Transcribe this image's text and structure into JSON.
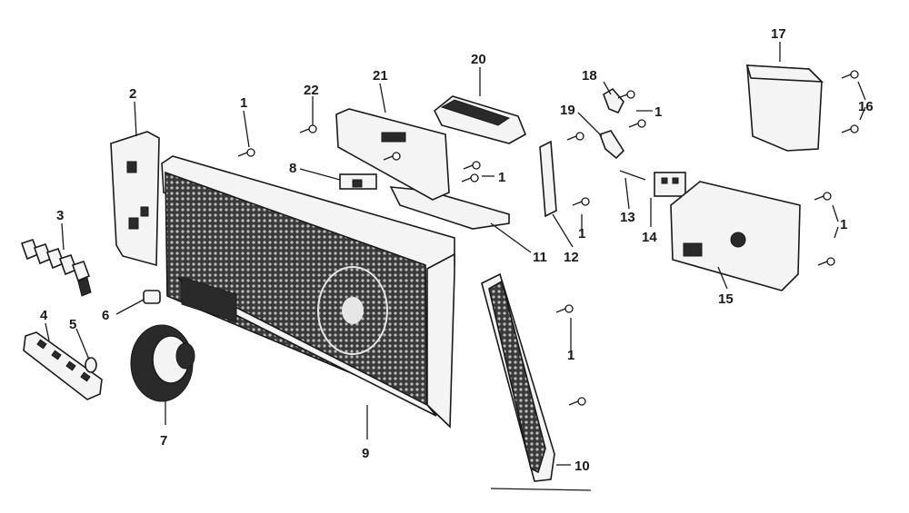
{
  "diagram": {
    "callouts": [
      {
        "id": "c1a",
        "text": "1"
      },
      {
        "id": "c1b",
        "text": "1"
      },
      {
        "id": "c1c",
        "text": "1"
      },
      {
        "id": "c1d",
        "text": "1"
      },
      {
        "id": "c1e",
        "text": "1"
      },
      {
        "id": "c1f",
        "text": "1"
      },
      {
        "id": "c2",
        "text": "2"
      },
      {
        "id": "c3",
        "text": "3"
      },
      {
        "id": "c4",
        "text": "4"
      },
      {
        "id": "c5",
        "text": "5"
      },
      {
        "id": "c6",
        "text": "6"
      },
      {
        "id": "c7",
        "text": "7"
      },
      {
        "id": "c8",
        "text": "8"
      },
      {
        "id": "c9",
        "text": "9"
      },
      {
        "id": "c10",
        "text": "10"
      },
      {
        "id": "c11",
        "text": "11"
      },
      {
        "id": "c12",
        "text": "12"
      },
      {
        "id": "c13",
        "text": "13"
      },
      {
        "id": "c14",
        "text": "14"
      },
      {
        "id": "c15",
        "text": "15"
      },
      {
        "id": "c16",
        "text": "16"
      },
      {
        "id": "c17",
        "text": "17"
      },
      {
        "id": "c18",
        "text": "18"
      },
      {
        "id": "c19",
        "text": "19"
      },
      {
        "id": "c20",
        "text": "20"
      },
      {
        "id": "c21",
        "text": "21"
      },
      {
        "id": "c22",
        "text": "22"
      }
    ]
  }
}
